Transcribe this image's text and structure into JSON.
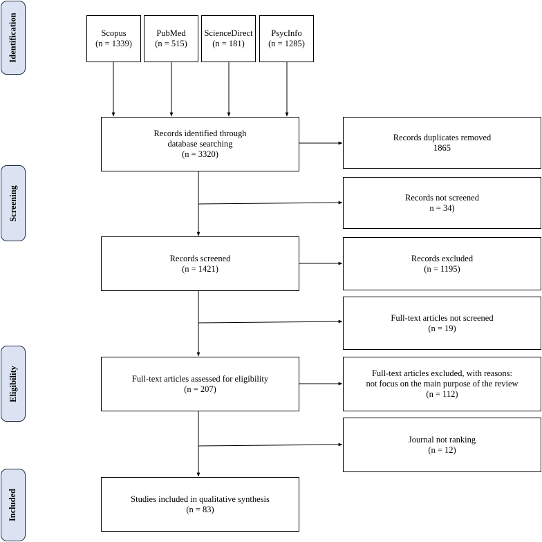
{
  "stages": {
    "identification": "Identification",
    "screening": "Screening",
    "eligibility": "Eligibility",
    "included": "Included"
  },
  "sources": [
    {
      "name": "Scopus",
      "count": "(n = 1339)"
    },
    {
      "name": "PubMed",
      "count": "(n = 515)"
    },
    {
      "name": "ScienceDirect",
      "count": "(n = 181)"
    },
    {
      "name": "PsycInfo",
      "count": "(n = 1285)"
    }
  ],
  "identified": {
    "line1": "Records identified through",
    "line2": "database searching",
    "count": "(n = 3320)"
  },
  "duplicates": {
    "label": "Records duplicates removed",
    "count": "1865"
  },
  "not_screened": {
    "label": "Records not screened",
    "count": "n = 34)"
  },
  "screened": {
    "label": "Records screened",
    "count": "(n = 1421)"
  },
  "excluded": {
    "label": "Records excluded",
    "count": "(n = 1195)"
  },
  "fulltext_not_screened": {
    "label": "Full-text articles not screened",
    "count": "(n = 19)"
  },
  "assessed": {
    "label": "Full-text articles assessed for eligibility",
    "count": "(n = 207)"
  },
  "fulltext_excluded": {
    "label": "Full-text articles excluded, with reasons:",
    "reason": "not focus on the main purpose of the review",
    "count": "(n = 112)"
  },
  "journal_not_ranking": {
    "label": "Journal not ranking",
    "count": "(n = 12)"
  },
  "included": {
    "label": "Studies included in qualitative synthesis",
    "count": "(n = 83)"
  }
}
